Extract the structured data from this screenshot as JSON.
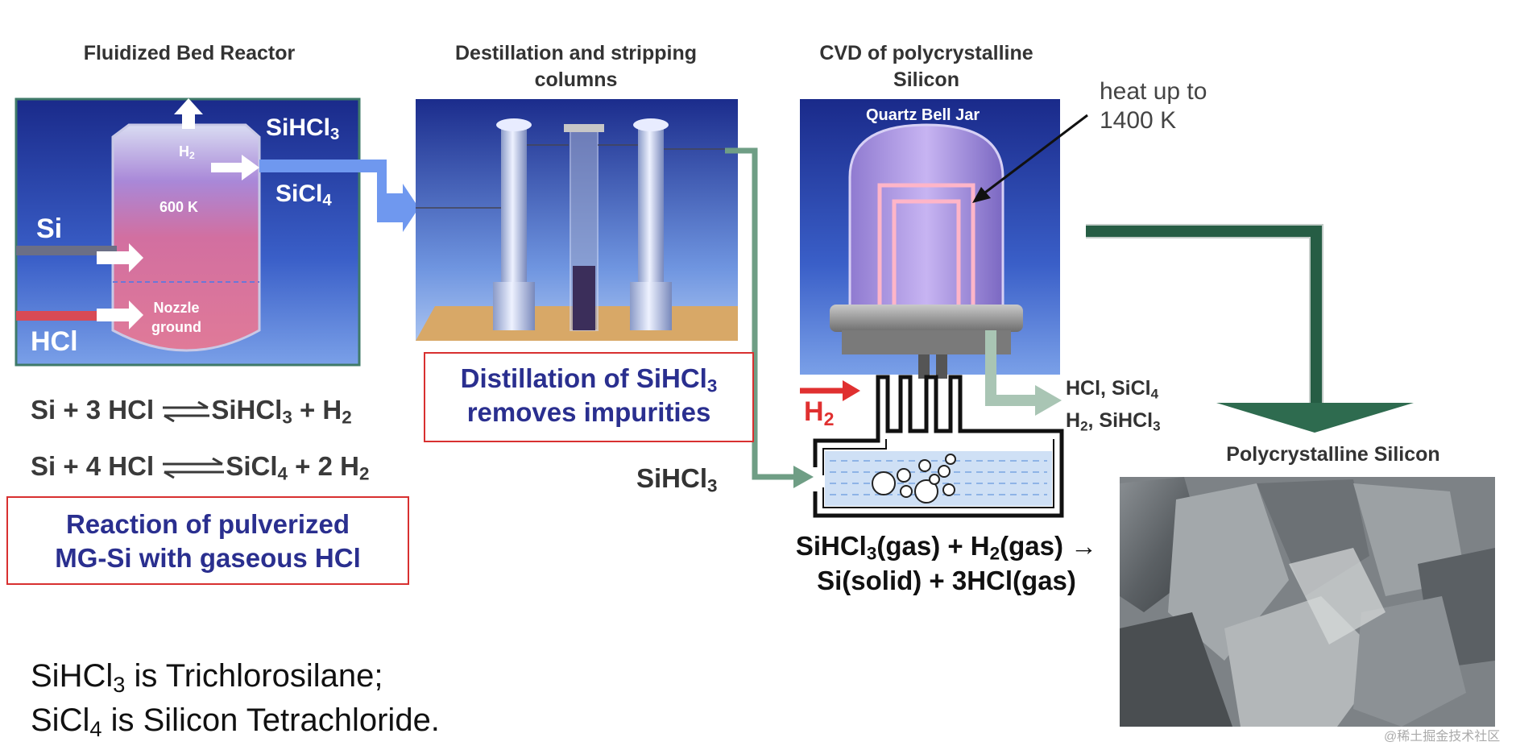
{
  "headers": {
    "fbr": "Fluidized Bed Reactor",
    "dist_l1": "Destillation and stripping",
    "dist_l2": "columns",
    "cvd_l1": "CVD of polycrystalline",
    "cvd_l2": "Silicon",
    "poly": "Polycrystalline Silicon"
  },
  "reactor": {
    "out_top": "H",
    "temp": "600 K",
    "si_in": "Si",
    "hcl_in": "HCl",
    "nozzle_l1": "Nozzle",
    "nozzle_l2": "ground",
    "out1": "SiHCl",
    "out2": "SiCl"
  },
  "equations": {
    "eq1_a": "Si + 3 HCl",
    "eq1_b": "SiHCl",
    "eq1_c": " + H",
    "eq2_a": "Si + 4 HCl",
    "eq2_b": "SiCl",
    "eq2_c": " + 2 H"
  },
  "notes": {
    "reaction_l1": "Reaction of pulverized",
    "reaction_l2": "MG-Si with gaseous HCl",
    "distill_l1": "Distillation of SiHCl",
    "distill_l2": "removes impurities"
  },
  "cvd": {
    "jar_label": "Quartz Bell Jar",
    "heat_l1": "heat up to",
    "heat_l2": "1400 K",
    "h2_in": "H",
    "out_l1": "HCl, SiCl",
    "out_l2_a": "H",
    "out_l2_b": ", SiHCl",
    "sihcl3_in": "SiHCl",
    "eq_a": "SiHCl",
    "eq_b": "(gas) + H",
    "eq_c": "(gas) →",
    "eq_l2": "Si(solid) + 3HCl(gas)"
  },
  "footer": {
    "l1_a": "SiHCl",
    "l1_b": " is Trichlorosilane;",
    "l2_a": "SiCl",
    "l2_b": " is Silicon Tetrachloride."
  },
  "watermark": "@稀土掘金技术社区",
  "colors": {
    "note_border": "#d83030",
    "note_text": "#2a2f8f",
    "flow_arrow": "#2e6b4f",
    "blue_panel": "#1e2f9a"
  }
}
